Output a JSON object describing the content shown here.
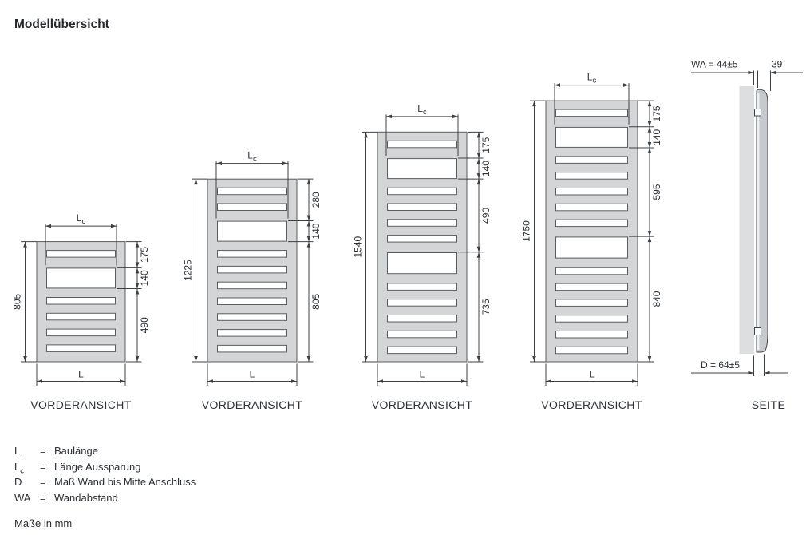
{
  "title": "Modellübersicht",
  "views": {
    "front_label": "VORDERANSICHT",
    "side_label": "SEITE"
  },
  "symbols": {
    "length": "L",
    "cutout_base": "L",
    "cutout_sub": "c"
  },
  "radiators": [
    {
      "height": "805",
      "sections": [
        {
          "mm": 175,
          "slots": 1
        },
        {
          "mm": 140,
          "opening": true
        },
        {
          "mm": 490,
          "slots": 4
        }
      ]
    },
    {
      "height": "1225",
      "sections": [
        {
          "mm": 280,
          "slots": 2
        },
        {
          "mm": 140,
          "opening": true
        },
        {
          "mm": 805,
          "slots": 7
        }
      ]
    },
    {
      "height": "1540",
      "sections": [
        {
          "mm": 175,
          "slots": 1
        },
        {
          "mm": 140,
          "opening": true
        },
        {
          "mm": 490,
          "slots": 4
        },
        {
          "mm": 735,
          "slots": 5,
          "opening_first": true
        }
      ]
    },
    {
      "height": "1750",
      "sections": [
        {
          "mm": 175,
          "slots": 1
        },
        {
          "mm": 140,
          "opening": true
        },
        {
          "mm": 595,
          "slots": 5
        },
        {
          "mm": 840,
          "slots": 6,
          "opening_first": true
        }
      ]
    }
  ],
  "side_view": {
    "wa_label": "WA = 44±5",
    "depth_label": "39",
    "d_label": "D = 64±5"
  },
  "legend": [
    {
      "symbol": "L",
      "sub": "",
      "eq": "=",
      "text": "Baulänge"
    },
    {
      "symbol": "L",
      "sub": "c",
      "eq": "=",
      "text": "Länge Aussparung"
    },
    {
      "symbol": "D",
      "sub": "",
      "eq": "=",
      "text": "Maß Wand bis Mitte Anschluss"
    },
    {
      "symbol": "WA",
      "sub": "",
      "eq": "=",
      "text": "Wandabstand"
    }
  ],
  "footnote": "Maße in mm",
  "colors": {
    "background": "#ffffff",
    "line": "#3c4146",
    "text": "#2b3036",
    "radiator_fill": "#d3d5d7",
    "radiator_stroke": "#595d62",
    "slot_fill": "#ffffff",
    "wall_fill": "#dcdee0",
    "panel_fill": "#c7cacc"
  }
}
